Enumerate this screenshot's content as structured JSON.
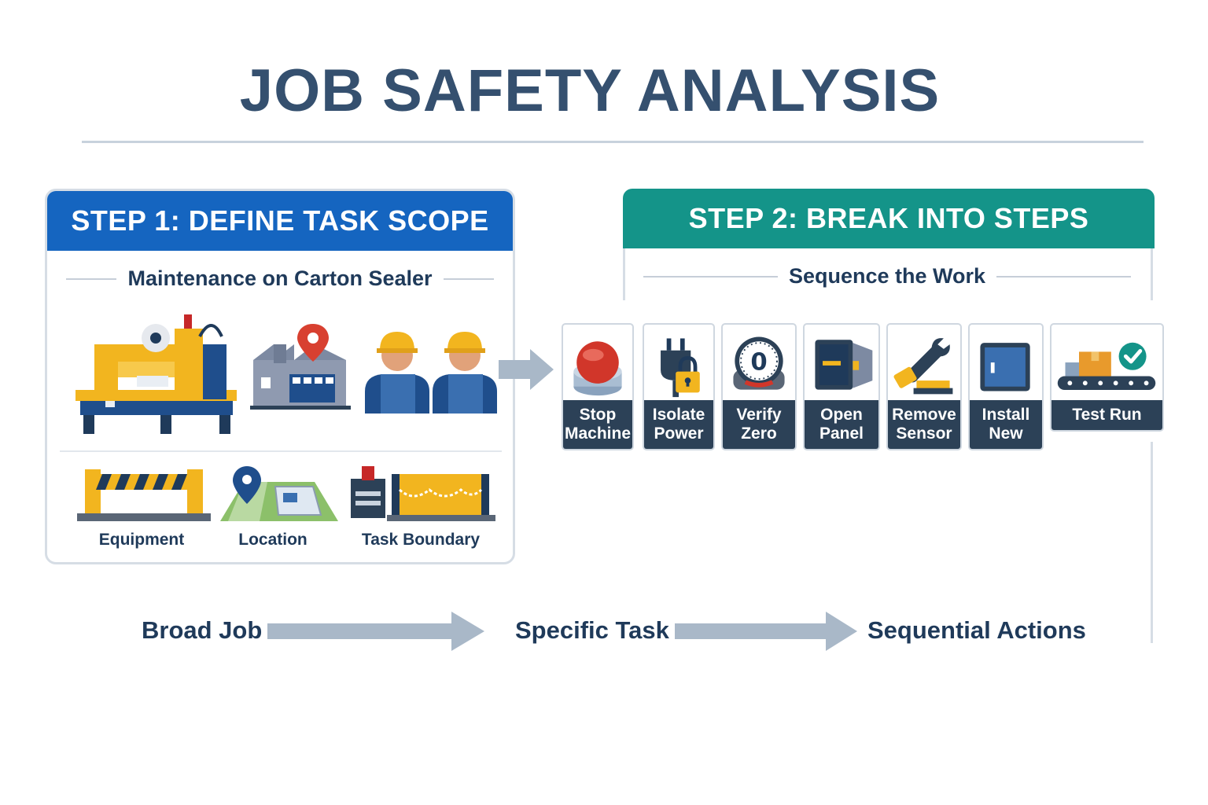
{
  "title": "JOB SAFETY ANALYSIS",
  "step1": {
    "header": "STEP 1: DEFINE TASK SCOPE",
    "subtitle": "Maintenance on Carton Sealer",
    "items": [
      {
        "label": "Equipment",
        "icon": "barrier-icon"
      },
      {
        "label": "Location",
        "icon": "map-pin-icon"
      },
      {
        "label": "Task Boundary",
        "icon": "boundary-icon"
      }
    ]
  },
  "step2": {
    "header": "STEP 2:  BREAK INTO STEPS",
    "subtitle": "Sequence the Work",
    "steps": [
      {
        "label": "Stop\nMachine",
        "icon": "stop-button-icon"
      },
      {
        "label": "Isolate\nPower",
        "icon": "plug-lock-icon"
      },
      {
        "label": "Verify\nZero",
        "icon": "gauge-zero-icon"
      },
      {
        "label": "Open\nPanel",
        "icon": "panel-icon"
      },
      {
        "label": "Remove\nSensor",
        "icon": "wrench-icon"
      },
      {
        "label": "Install\nNew",
        "icon": "install-icon"
      },
      {
        "label": "Test Run",
        "icon": "conveyor-check-icon"
      }
    ]
  },
  "flow": {
    "items": [
      "Broad Job",
      "Specific Task",
      "Sequential Actions"
    ]
  },
  "colors": {
    "step1": "#1565c0",
    "step2": "#149489",
    "navy": "#2c4157",
    "yellow": "#f2b51f",
    "arrow": "#a9b8c8"
  }
}
